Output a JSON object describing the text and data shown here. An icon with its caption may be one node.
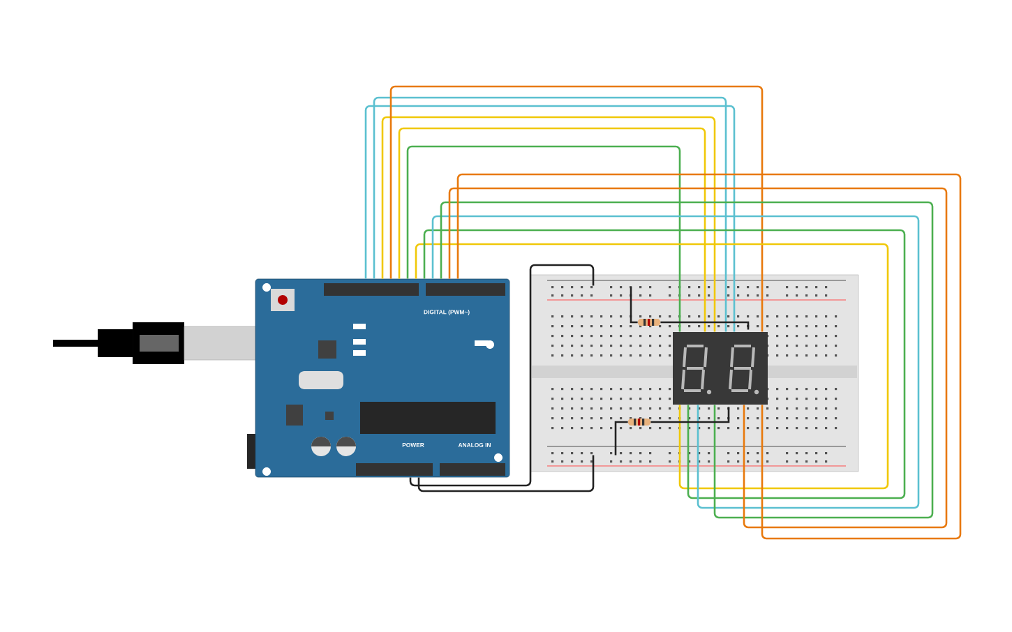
{
  "diagram": {
    "nodes": [
      {
        "text": [
          "DIGITAL (PWM~)",
          "POWER",
          "ANALOG IN"
        ]
      },
      {
        "text": [],
        "shape": "box"
      },
      {
        "text": [],
        "shape": "box",
        "in": 1
      },
      {
        "text": [],
        "shape": "resistor",
        "in": 1
      },
      {
        "text": [],
        "shape": "resistor",
        "in": 1
      }
    ],
    "edges": [
      {
        "from": 0,
        "to": 2,
        "arrow": "none",
        "color": "#5bc0d0"
      },
      {
        "from": 0,
        "to": 2,
        "arrow": "none",
        "color": "#5bc0d0"
      },
      {
        "from": 0,
        "to": 2,
        "arrow": "none",
        "color": "#f0c808"
      },
      {
        "from": 0,
        "to": 2,
        "arrow": "none",
        "color": "#e8790c"
      },
      {
        "from": 0,
        "to": 2,
        "arrow": "none",
        "color": "#f0c808"
      },
      {
        "from": 0,
        "to": 2,
        "arrow": "none",
        "color": "#4caf50"
      },
      {
        "from": 0,
        "to": 2,
        "arrow": "none",
        "color": "#f0c808"
      },
      {
        "from": 0,
        "to": 2,
        "arrow": "none",
        "color": "#4caf50"
      },
      {
        "from": 0,
        "to": 2,
        "arrow": "none",
        "color": "#5bc0d0"
      },
      {
        "from": 0,
        "to": 2,
        "arrow": "none",
        "color": "#4caf50"
      },
      {
        "from": 0,
        "to": 2,
        "arrow": "none",
        "color": "#e8790c"
      },
      {
        "from": 0,
        "to": 2,
        "arrow": "none",
        "color": "#e8790c"
      },
      {
        "from": 0,
        "to": 1,
        "arrow": "none",
        "color": "#222222"
      },
      {
        "from": 0,
        "to": 1,
        "arrow": "none",
        "color": "#222222"
      },
      {
        "from": 3,
        "to": 1,
        "arrow": "none",
        "color": "#222222"
      },
      {
        "from": 3,
        "to": 2,
        "arrow": "none",
        "color": "#222222"
      },
      {
        "from": 4,
        "to": 1,
        "arrow": "none",
        "color": "#222222"
      },
      {
        "from": 4,
        "to": 2,
        "arrow": "none",
        "color": "#222222"
      }
    ]
  }
}
